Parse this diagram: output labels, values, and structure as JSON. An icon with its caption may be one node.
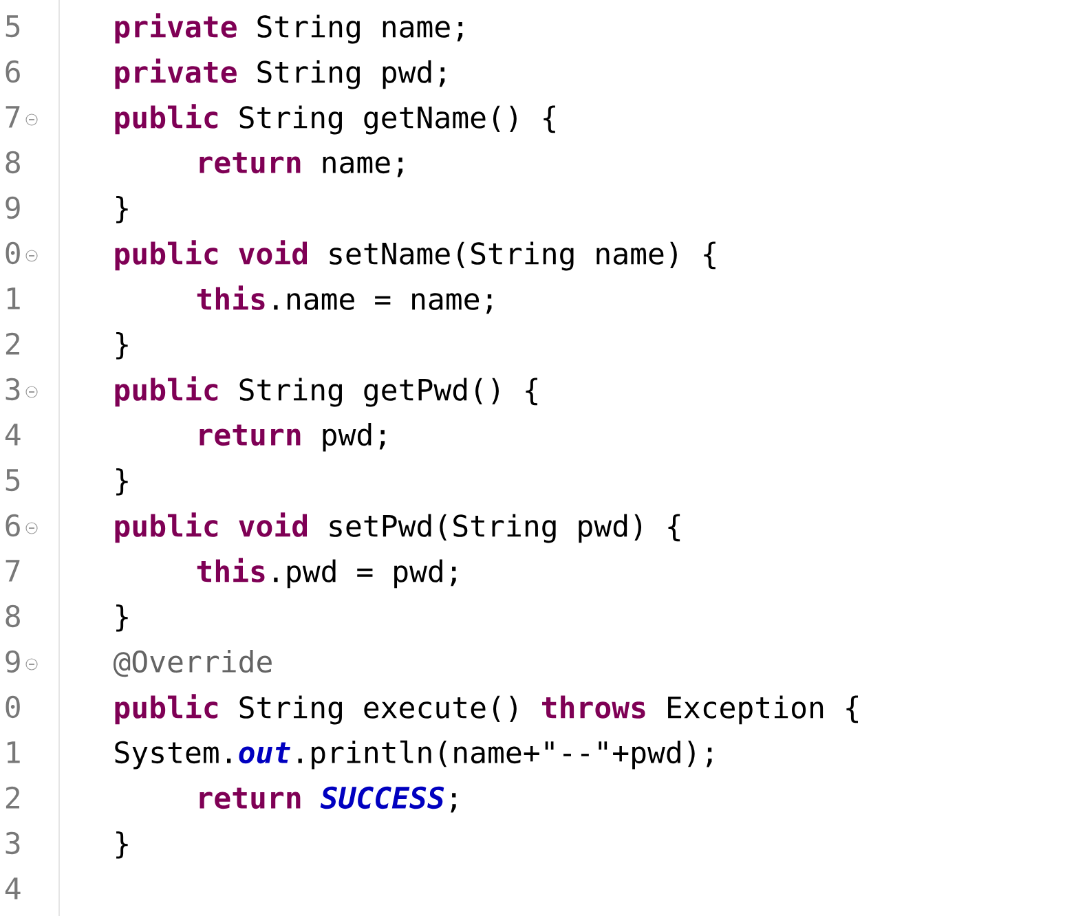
{
  "diagram": {
    "labels": [
      "5",
      "**private** String name;",
      "6",
      "**private** String pwd;",
      "7",
      "**public** String getName() {",
      "8",
      "**return** name;",
      "9",
      "}",
      "0",
      "**public void** setName(String name) {",
      "1",
      "**this**.name = name;",
      "2",
      "}",
      "3",
      "**public** String getPwd() {",
      "4",
      "**return** pwd;",
      "5",
      "}",
      "6",
      "**public void** setPwd(String pwd) {",
      "7",
      "**this**.pwd = pwd;",
      "8",
      "}",
      "9",
      "@Override",
      "0",
      "**public** String execute() **throws** Exception {",
      "1",
      "System.*out*.println(name+\"--\"+pwd);",
      "2",
      "**return** *SUCCESS*;",
      "3",
      "}",
      "4"
    ]
  }
}
